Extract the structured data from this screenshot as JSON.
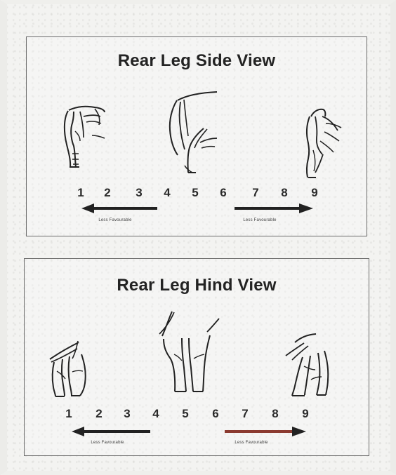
{
  "panels": {
    "side": {
      "title": "Rear Leg Side View",
      "scale_numbers": [
        "1",
        "2",
        "3",
        "4",
        "5",
        "6",
        "7",
        "8",
        "9"
      ],
      "left_arrow_label": "Less Favourable",
      "right_arrow_label": "Less Favourable",
      "figures": [
        {
          "name": "posty-leg-illustration"
        },
        {
          "name": "ideal-set-leg-illustration"
        },
        {
          "name": "sickle-leg-illustration"
        }
      ]
    },
    "hind": {
      "title": "Rear Leg Hind View",
      "scale_numbers": [
        "1",
        "2",
        "3",
        "4",
        "5",
        "6",
        "7",
        "8",
        "9"
      ],
      "left_arrow_label": "Less Favourable",
      "right_arrow_label": "Less Favourable",
      "figures": [
        {
          "name": "cow-hocked-illustration"
        },
        {
          "name": "parallel-legs-illustration"
        },
        {
          "name": "bowed-legs-illustration"
        }
      ]
    }
  },
  "colors": {
    "ink": "#222222",
    "panel_border": "#6a6a6a",
    "background": "#f3f3f1",
    "arrow_accent": "#8b3a30"
  }
}
